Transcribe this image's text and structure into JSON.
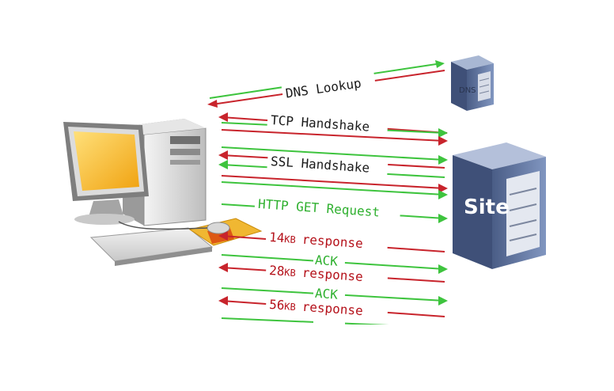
{
  "servers": {
    "dns_label": "DNS",
    "site_label": "Site"
  },
  "labels": {
    "dns_lookup": "DNS Lookup",
    "tcp_handshake": "TCP Handshake",
    "ssl_handshake": "SSL Handshake",
    "http_get": "HTTP GET Request",
    "ack": "ACK",
    "resp_14_num": "14",
    "resp_28_num": "28",
    "resp_56_num": "56",
    "kb_unit": "KB",
    "response_word": "response"
  },
  "colors": {
    "client_to_server": "#3ec43e",
    "server_to_client": "#c8242c",
    "label_dark": "#1a1a1a",
    "label_green": "#2fb02f",
    "label_red": "#b5121b",
    "server_body": "#5b6f96",
    "monitor_screen": "#f5b321"
  }
}
